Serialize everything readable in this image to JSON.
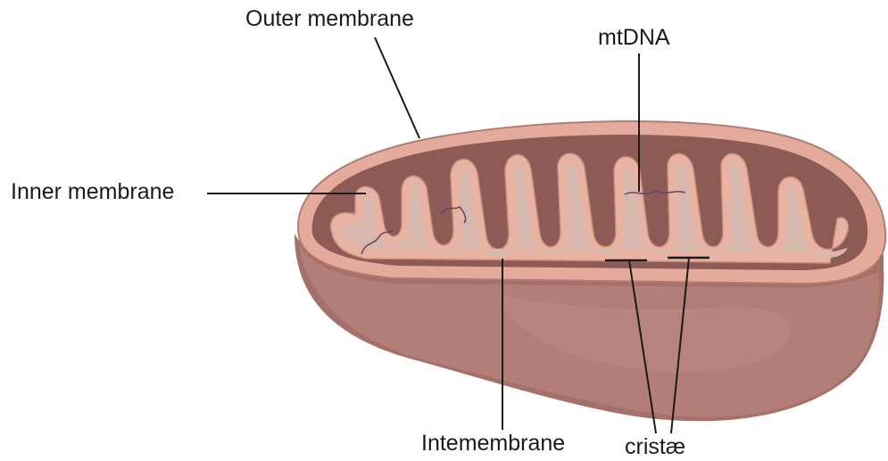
{
  "labels": {
    "outer_membrane": "Outer membrane",
    "mtdna": "mtDNA",
    "inner_membrane": "Inner membrane",
    "intermembrane": "Intemembrane",
    "cristae": "cristæ"
  },
  "colors": {
    "body_shadow": "#a4706a",
    "body_front": "#b27e77",
    "outer_membrane": "#e4ab9c",
    "intermembrane_space": "#8e5a56",
    "inner_membrane": "#e8b3a3",
    "matrix": "#d6b8ae",
    "leader_line": "#1a1a1a",
    "dna_strand": "#5a4a6a"
  }
}
